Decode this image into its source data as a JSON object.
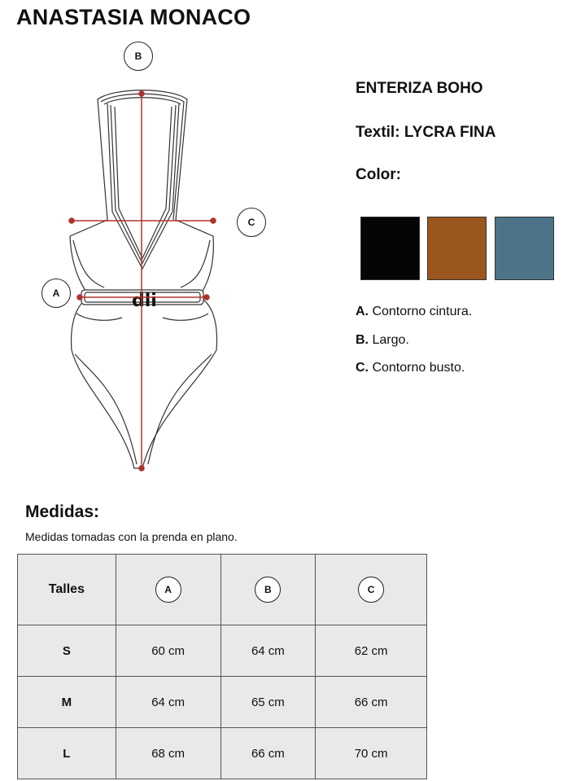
{
  "brand": "ANASTASIA MONACO",
  "product": {
    "name": "ENTERIZA BOHO",
    "textile": "Textil: LYCRA FINA",
    "color_label": "Color:"
  },
  "colors": [
    {
      "name": "black-swatch",
      "hex": "#050505"
    },
    {
      "name": "brown-swatch",
      "hex": "#9a561d"
    },
    {
      "name": "slate-blue-swatch",
      "hex": "#4d7389"
    }
  ],
  "diagram": {
    "labels": {
      "a": "A",
      "b": "B",
      "c": "C"
    },
    "line_color": "#b0322b",
    "belt_text": "dli"
  },
  "legend": [
    {
      "key": "A.",
      "text": " Contorno cintura."
    },
    {
      "key": "B.",
      "text": " Largo."
    },
    {
      "key": "C.",
      "text": " Contorno busto."
    }
  ],
  "measures": {
    "title": "Medidas:",
    "subtitle": "Medidas tomadas con la prenda en plano.",
    "headers": [
      "Talles",
      "A",
      "B",
      "C"
    ],
    "rows": [
      {
        "size": "S",
        "a": "60 cm",
        "b": "64 cm",
        "c": "62 cm"
      },
      {
        "size": "M",
        "a": "64 cm",
        "b": "65 cm",
        "c": "66 cm"
      },
      {
        "size": "L",
        "a": "68 cm",
        "b": "66 cm",
        "c": "70 cm"
      }
    ]
  }
}
